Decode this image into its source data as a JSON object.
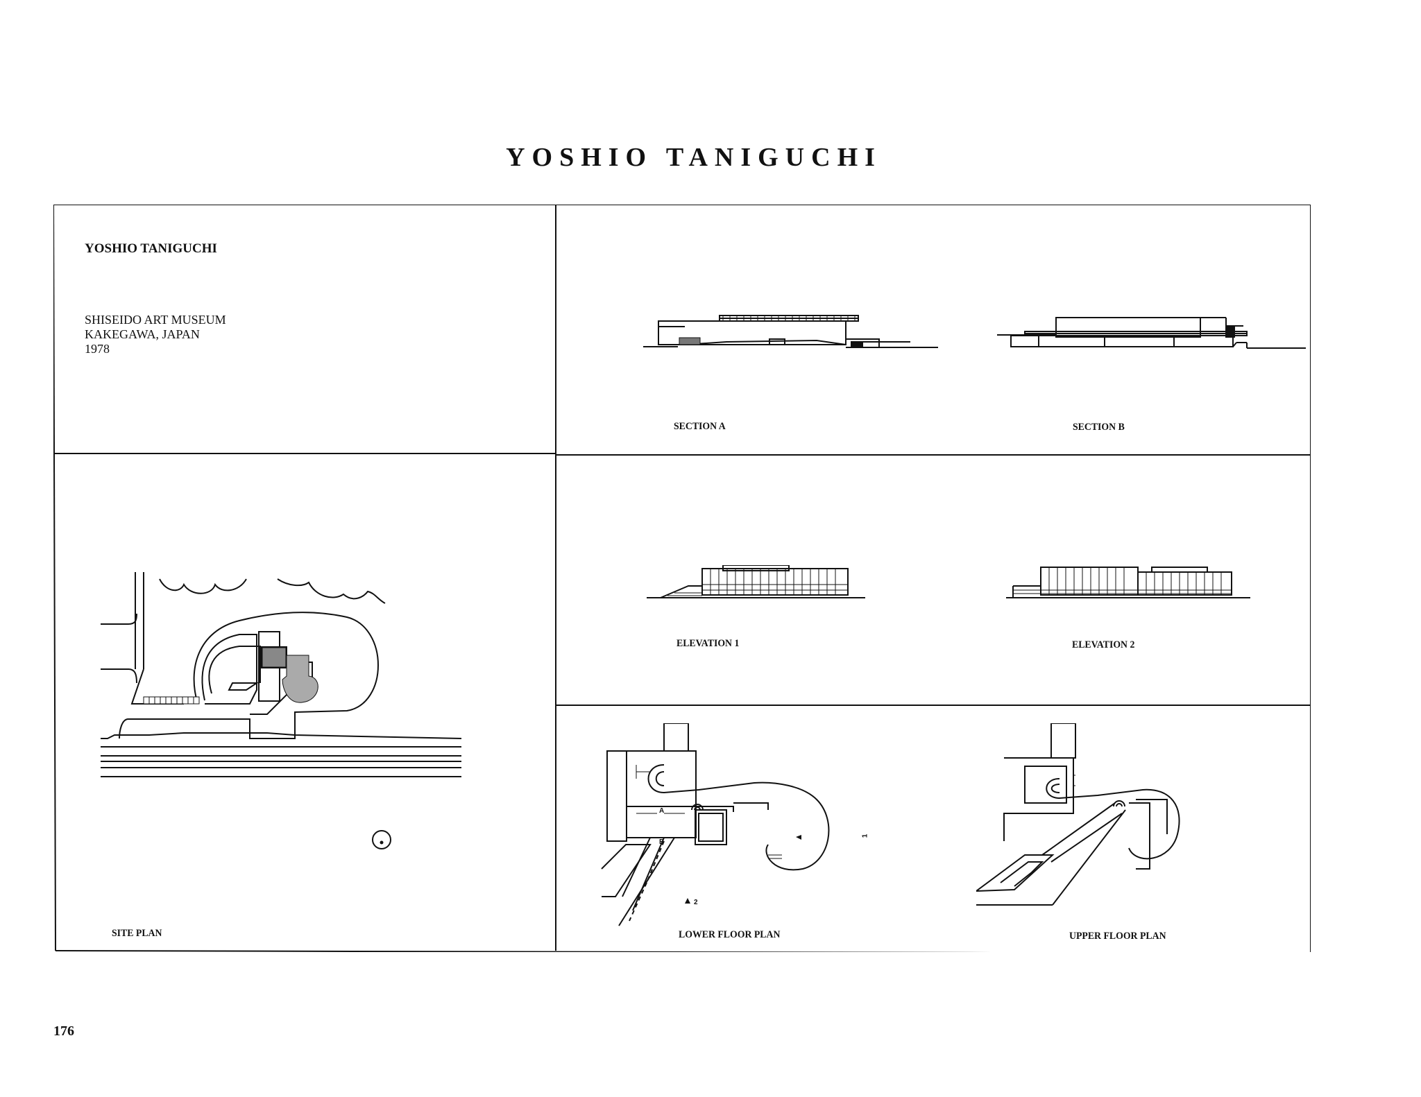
{
  "header": {
    "title": "YOSHIO TANIGUCHI"
  },
  "info": {
    "architect": "YOSHIO TANIGUCHI",
    "project": "SHISEIDO ART MUSEUM",
    "location": "KAKEGAWA, JAPAN",
    "year": "1978"
  },
  "drawings": {
    "section_a": "SECTION A",
    "section_b": "SECTION B",
    "elevation_1": "ELEVATION 1",
    "elevation_2": "ELEVATION 2",
    "site_plan": "SITE PLAN",
    "lower_floor_plan": "LOWER FLOOR PLAN",
    "upper_floor_plan": "UPPER FLOOR PLAN"
  },
  "plan_markers": {
    "a": "A",
    "b": "B",
    "one": "1",
    "two": "2"
  },
  "footer": {
    "page_number": "176"
  }
}
